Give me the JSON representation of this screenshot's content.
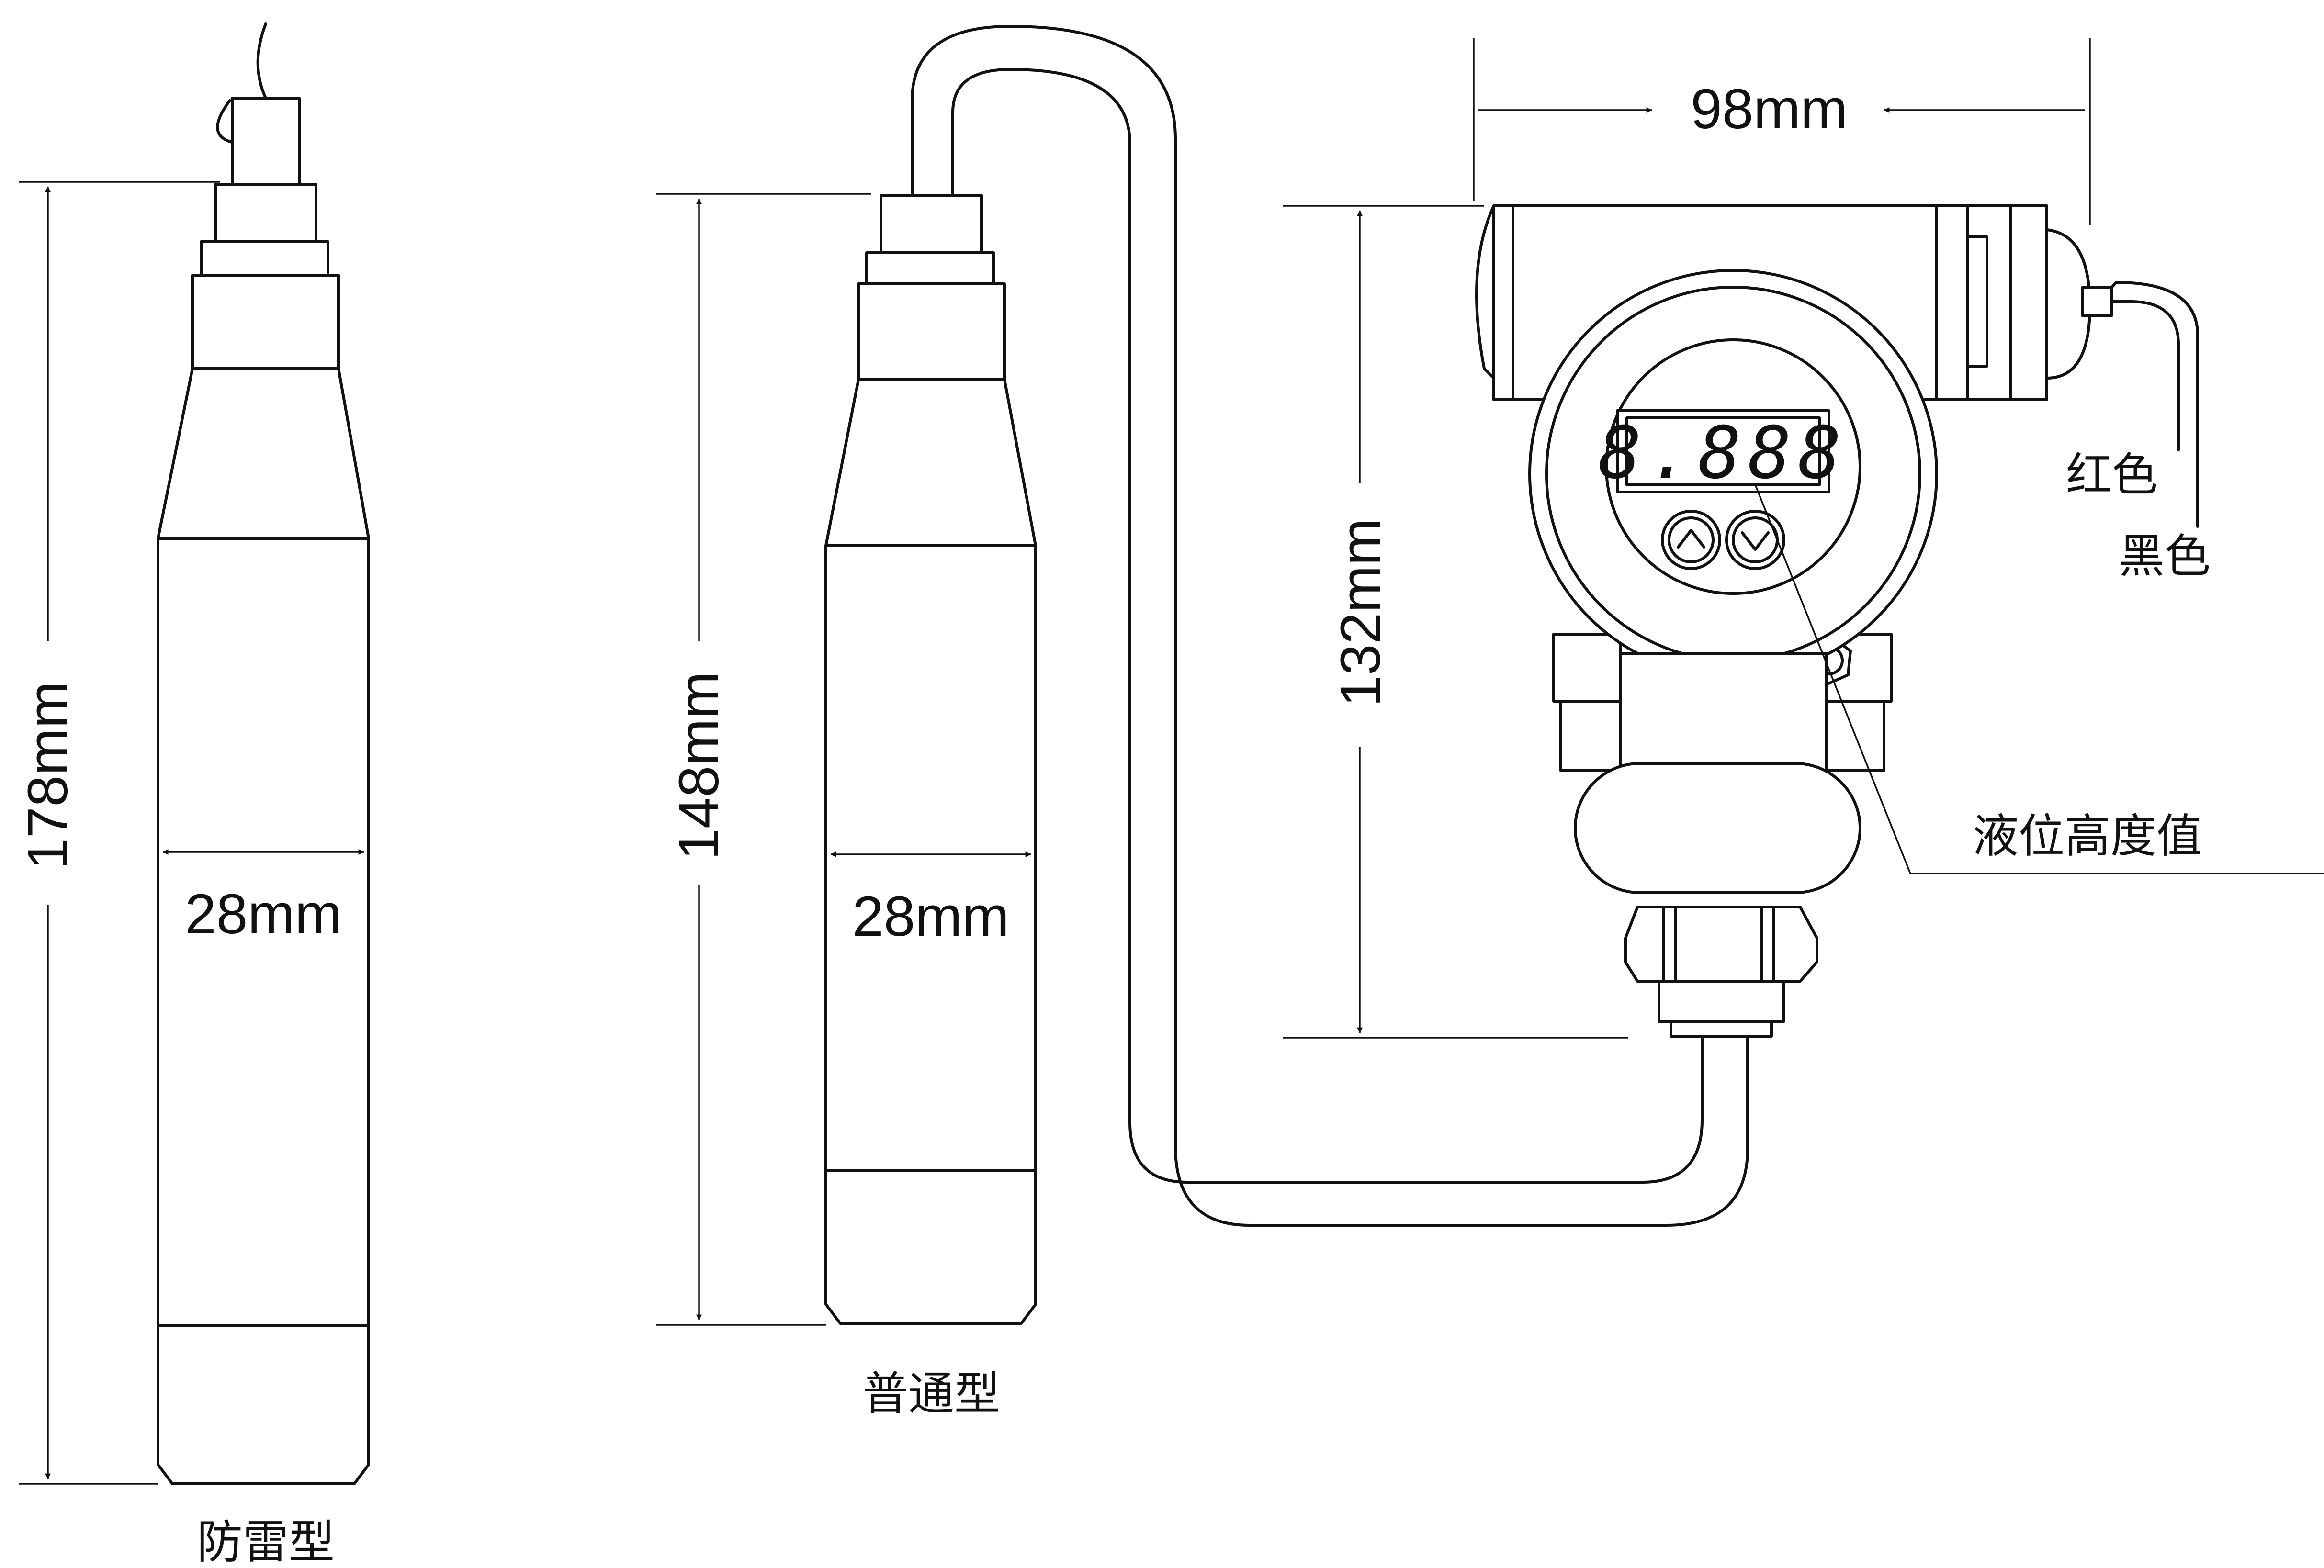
{
  "dimensions": {
    "lightning_length": "178mm",
    "lightning_diameter": "28mm",
    "standard_length": "148mm",
    "standard_diameter": "28mm",
    "transmitter_height": "132mm",
    "transmitter_width": "98mm"
  },
  "captions": {
    "lightning_type": "防雷型",
    "standard_type": "普通型",
    "level_value": "液位高度值",
    "wire_red": "红色",
    "wire_black": "黑色"
  },
  "display": {
    "digits": "8.888"
  },
  "icons": {
    "up_button": "chevron-up-icon",
    "down_button": "chevron-down-icon"
  },
  "colors": {
    "line": "#111111",
    "background": "#ffffff"
  }
}
